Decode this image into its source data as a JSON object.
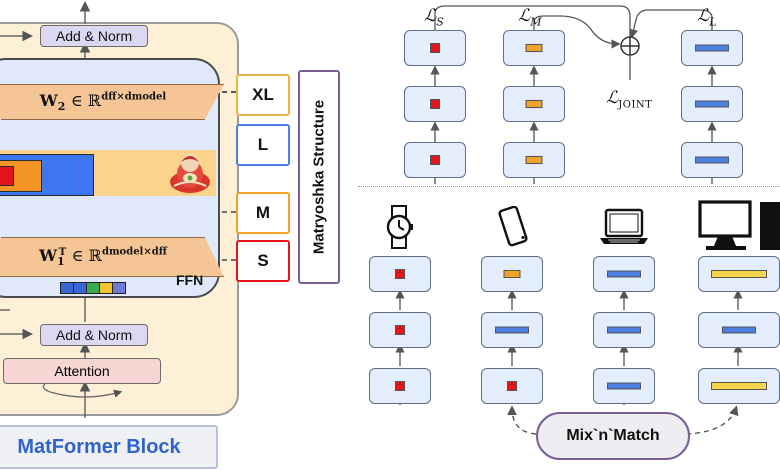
{
  "block": {
    "add_norm_top": "Add & Norm",
    "add_norm_bottom": "Add & Norm",
    "attention": "Attention",
    "ffn_label": "FFN",
    "caption": "MatFormer Block",
    "w2_main": "W",
    "w2_sub": "2",
    "w2_rest": "∈ ℝ",
    "w2_sup": "dff×dmodel",
    "w1_main": "W",
    "w1_sub": "1",
    "w1_supT": "T",
    "w1_rest": "∈ ℝ",
    "w1_sup": "dmodel×dff"
  },
  "sizes": {
    "xl": "XL",
    "l": "L",
    "m": "M",
    "s": "S"
  },
  "structure_label": "Matryoshka Structure",
  "losses": {
    "s": "ℒ",
    "s_sub": "S",
    "m": "ℒ",
    "m_sub": "M",
    "l": "ℒ",
    "l_sub": "L",
    "joint": "ℒ",
    "joint_sub": "JOINT"
  },
  "mix_label": "Mix`n`Match",
  "colors": {
    "red": "#e3141c",
    "orange": "#f0a32b",
    "blue": "#4d7fe3",
    "yellow": "#f6d44e",
    "purple": "#7b5d96",
    "caption_blue": "#2e64c8"
  },
  "icons": [
    "watch-icon",
    "phone-icon",
    "laptop-icon",
    "monitor-icon"
  ]
}
